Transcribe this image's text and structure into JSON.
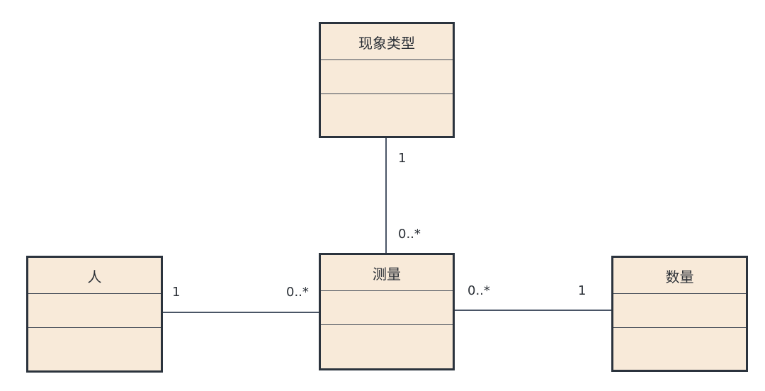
{
  "classes": {
    "phenomenon_type": {
      "name": "现象类型"
    },
    "person": {
      "name": "人"
    },
    "measurement": {
      "name": "测量"
    },
    "quantity": {
      "name": "数量"
    }
  },
  "associations": {
    "phenomenon_measurement": {
      "end_top": "1",
      "end_bottom": "0..*"
    },
    "person_measurement": {
      "end_left": "1",
      "end_right": "0..*"
    },
    "measurement_quantity": {
      "end_left": "0..*",
      "end_right": "1"
    }
  },
  "colors": {
    "box_fill": "#f8ead9",
    "box_border": "#2b333d",
    "line": "#4a5566"
  }
}
